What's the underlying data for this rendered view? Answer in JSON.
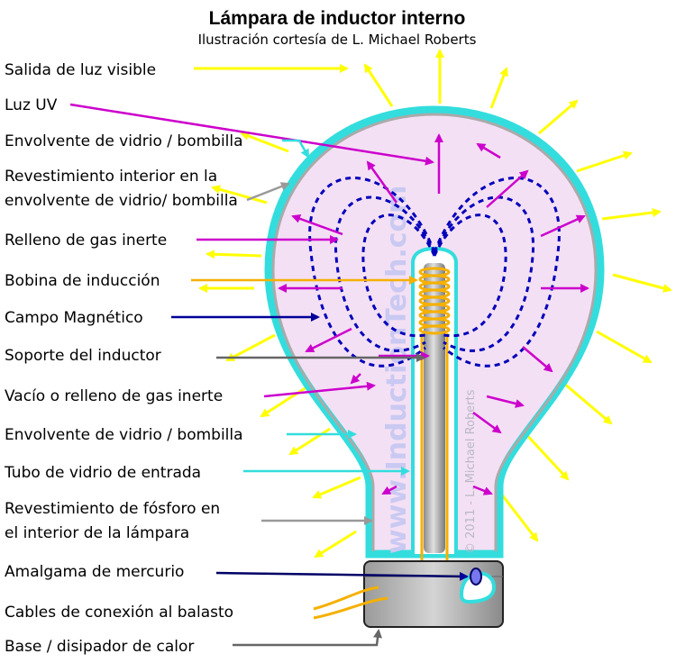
{
  "title": "Lámpara de inductor interno",
  "subtitle": "Ilustración cortesía de L. Michael Roberts",
  "watermark": "www.InductionTech.com",
  "copyright": "© 2011 - L. Michael Roberts",
  "colors": {
    "visible_light": "#ffff00",
    "uv": "#cc00cc",
    "glass": "#33dddd",
    "magnetic": "#000099",
    "coil": "#f5b000",
    "support": "#666666",
    "coating": "#999999",
    "gas_fill": "#f4e0f4"
  },
  "labels": [
    {
      "id": "visible-light",
      "text": "Salida de luz visible"
    },
    {
      "id": "uv-light",
      "text": "Luz UV"
    },
    {
      "id": "glass-envelope-top",
      "text": "Envolvente de vidrio / bombilla"
    },
    {
      "id": "inner-coating",
      "lines": [
        "Revestimiento interior en la",
        "envolvente de vidrio/ bombilla"
      ]
    },
    {
      "id": "inert-gas",
      "text": "Relleno de gas inerte"
    },
    {
      "id": "induction-coil",
      "text": "Bobina de inducción"
    },
    {
      "id": "magnetic-field",
      "text": "Campo Magnético"
    },
    {
      "id": "inductor-support",
      "text": "Soporte del inductor"
    },
    {
      "id": "vacuum-fill",
      "text": "Vacío o relleno de gas inerte"
    },
    {
      "id": "glass-envelope-lower",
      "text": "Envolvente de vidrio / bombilla"
    },
    {
      "id": "inlet-tube",
      "text": "Tubo de vidrio de entrada"
    },
    {
      "id": "phosphor-coating",
      "lines": [
        "Revestimiento de fósforo en",
        "el interior de la lámpara"
      ]
    },
    {
      "id": "mercury-amalgam",
      "text": "Amalgama de mercurio"
    },
    {
      "id": "ballast-cables",
      "text": "Cables de conexión al balasto"
    },
    {
      "id": "base-heatsink",
      "text": "Base / disipador de calor"
    }
  ]
}
